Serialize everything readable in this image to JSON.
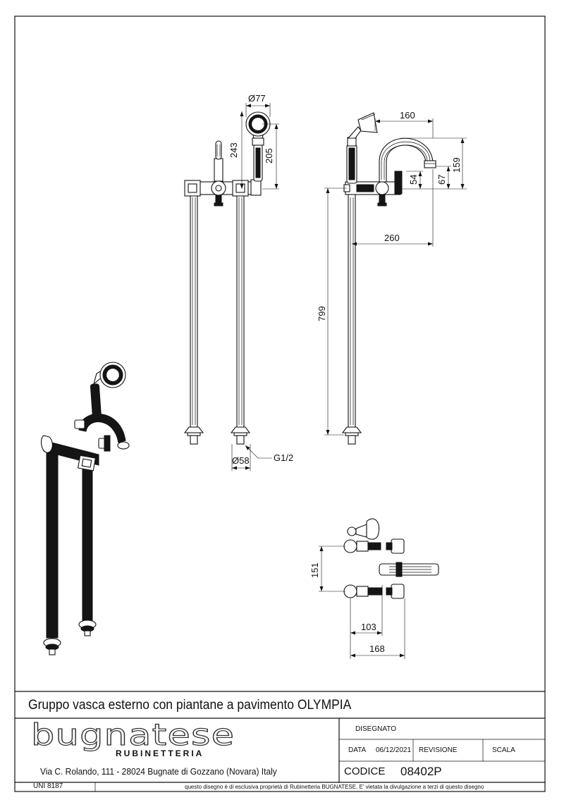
{
  "dimensions": {
    "d77": "Ø77",
    "d243": "243",
    "d205": "205",
    "d160": "160",
    "d159": "159",
    "d67": "67",
    "d54": "54",
    "d260": "260",
    "d799": "799",
    "d58": "Ø58",
    "g12": "G1/2",
    "d151": "151",
    "d103": "103",
    "d168": "168"
  },
  "title_block": {
    "title": "Gruppo vasca esterno con piantane a pavimento OLYMPIA",
    "logo_text": "bugnatese",
    "logo_sub": "RUBINETTERIA",
    "address": "Via C. Rolando, 111 - 28024 Bugnate di Gozzano (Novara) Italy",
    "disegnato_label": "DISEGNATO",
    "data_label": "DATA",
    "data_value": "06/12/2021",
    "revisione_label": "REVISIONE",
    "scala_label": "SCALA",
    "codice_label": "CODICE",
    "codice_value": "08402P",
    "uni": "UNI 8187",
    "footnote": "questo disegno è di esclusiva proprietà di Rubinetteria BUGNATESE. E' vietata la divulgazione a terzi di questo disegno"
  }
}
